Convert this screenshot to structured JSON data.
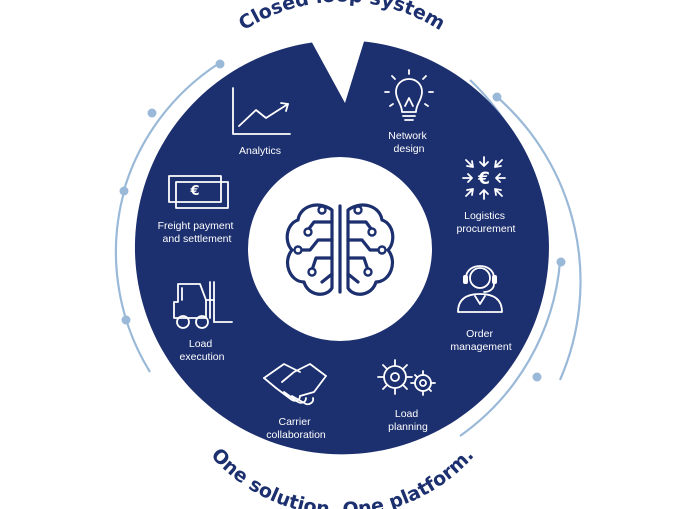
{
  "diagram": {
    "title": "Closed loop system",
    "footer": "One solution. One platform.",
    "colors": {
      "ring": "#1c2f6e",
      "orbit": "#9ab9d8",
      "text_dark": "#1c2f6e",
      "white": "#ffffff"
    },
    "center_icon": "brain-circuit-icon",
    "segments": [
      {
        "id": "analytics",
        "lines": [
          "Analytics"
        ],
        "icon": "line-chart-icon"
      },
      {
        "id": "network-design",
        "lines": [
          "Network",
          "design"
        ],
        "icon": "lightbulb-icon"
      },
      {
        "id": "logistics-procurement",
        "lines": [
          "Logistics",
          "procurement"
        ],
        "icon": "euro-arrows-icon"
      },
      {
        "id": "order-management",
        "lines": [
          "Order",
          "management"
        ],
        "icon": "headset-agent-icon"
      },
      {
        "id": "load-planning",
        "lines": [
          "Load",
          "planning"
        ],
        "icon": "gears-icon"
      },
      {
        "id": "carrier-collaboration",
        "lines": [
          "Carrier",
          "collaboration"
        ],
        "icon": "handshake-icon"
      },
      {
        "id": "load-execution",
        "lines": [
          "Load",
          "execution"
        ],
        "icon": "forklift-icon"
      },
      {
        "id": "freight-payment",
        "lines": [
          "Freight payment",
          "and settlement"
        ],
        "icon": "banknote-euro-icon"
      }
    ]
  }
}
